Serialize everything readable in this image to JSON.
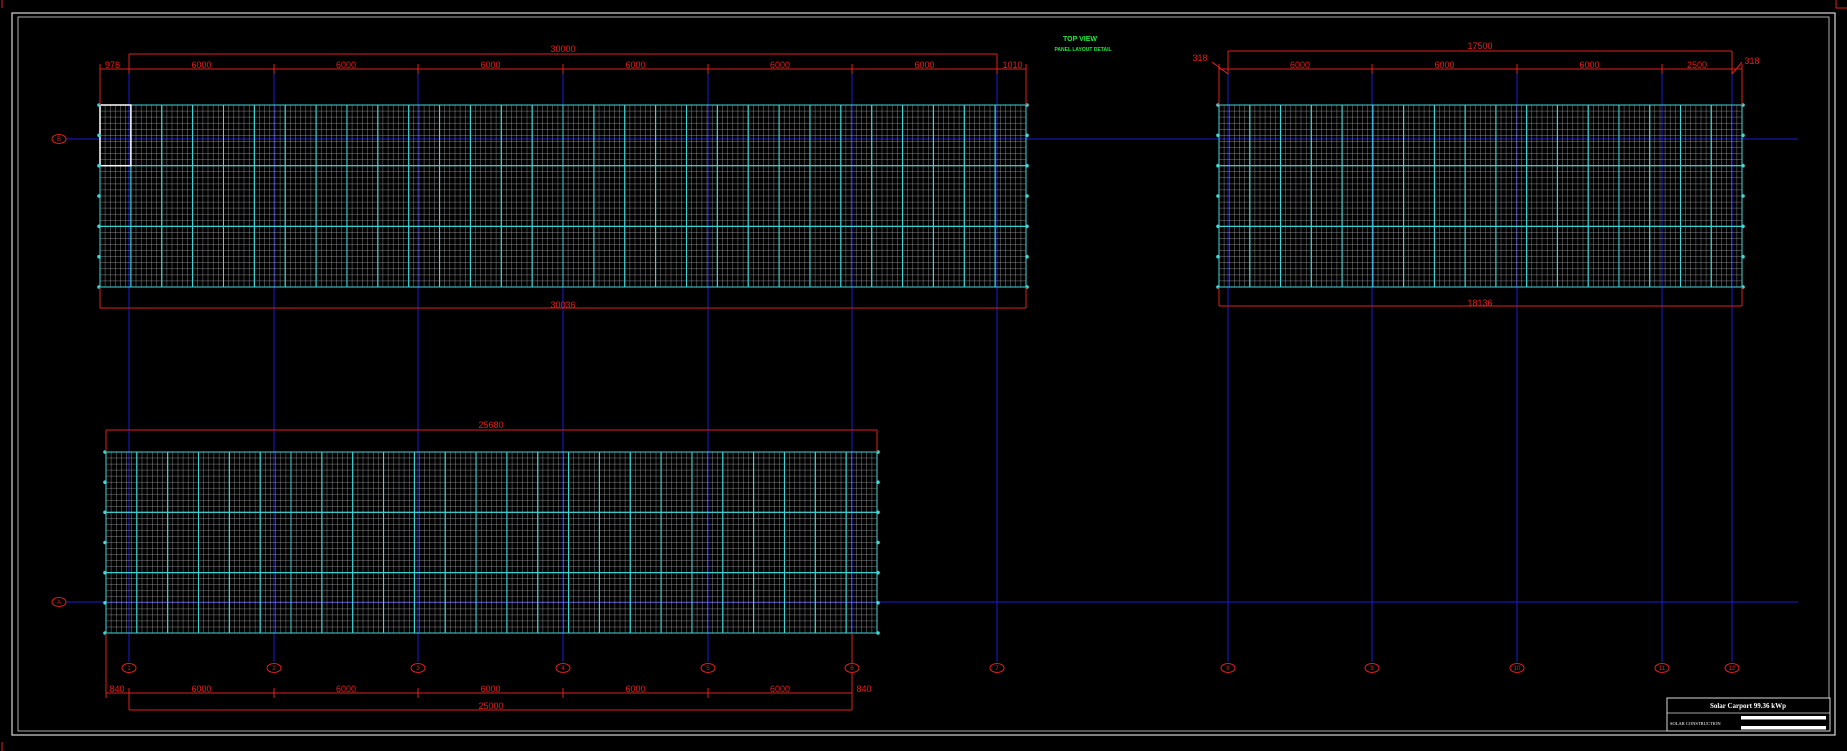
{
  "drawing": {
    "title": "TOP VIEW",
    "subtitle": "PANEL LAYOUT DETAIL",
    "colors": {
      "background": "#000000",
      "dimension": "#e0201c",
      "grid_axis": "#1a1ad8",
      "panel_frame": "#3fd8d8",
      "panel_cell": "#d8d8d8",
      "title": "#22e840",
      "border": "#d8d8d8"
    }
  },
  "arrays": [
    {
      "id": "array-1",
      "overall_top": "30000",
      "overall_bottom": "30036",
      "spans": [
        "976",
        "6000",
        "6000",
        "6000",
        "6000",
        "6000",
        "6000",
        "1010"
      ],
      "panel_columns": 30,
      "panel_rows": 3
    },
    {
      "id": "array-2",
      "overall_top": "17500",
      "overall_bottom": "18136",
      "spans": [
        "318",
        "6000",
        "6000",
        "6000",
        "2500",
        "318"
      ],
      "panel_columns": 17,
      "panel_rows": 3
    },
    {
      "id": "array-3",
      "overall_top": "25680",
      "spans": [],
      "panel_columns": 25,
      "panel_rows": 3
    }
  ],
  "bottom_dimensions": {
    "left_edge": "840",
    "right_edge": "840",
    "spans": [
      "6000",
      "6000",
      "6000",
      "6000",
      "6000"
    ],
    "overall": "25000"
  },
  "row_grid_labels": [
    "B",
    "A"
  ],
  "column_grid_labels": [
    "1",
    "2",
    "3",
    "4",
    "5",
    "6",
    "7",
    "8",
    "9",
    "10",
    "11",
    "12"
  ],
  "title_block": {
    "project": "Solar Carport 99.36 kWp",
    "subtitle": "SOLAR CONSTRUCTION"
  }
}
